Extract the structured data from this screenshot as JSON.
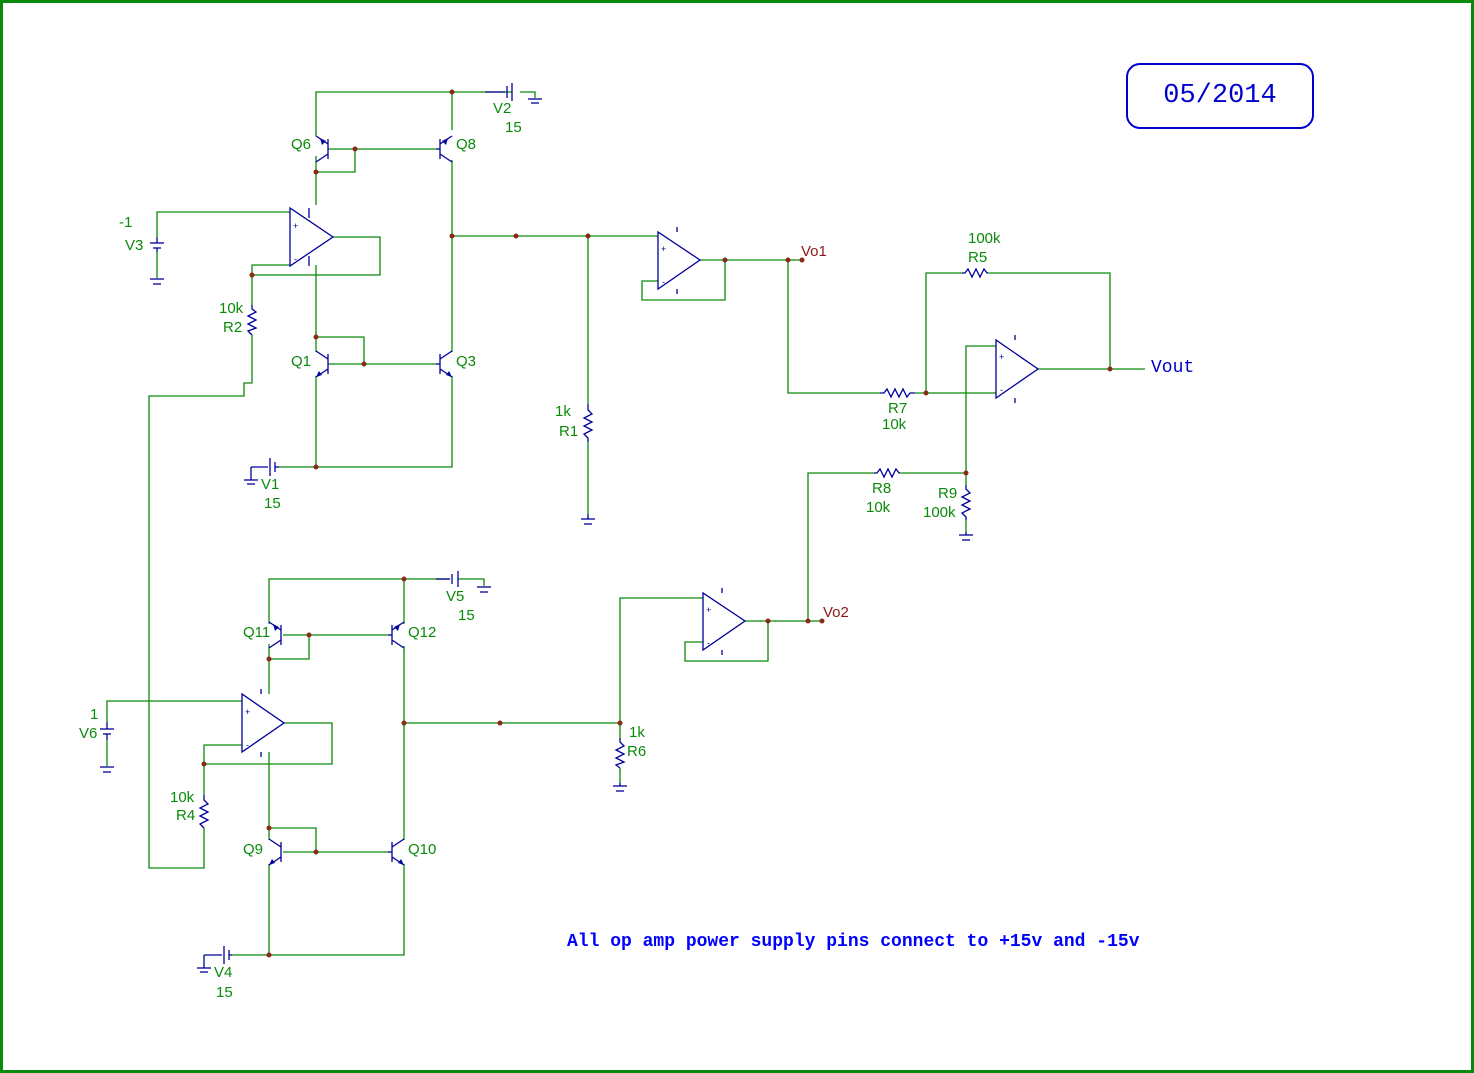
{
  "date": "05/2014",
  "note": "All op amp power supply pins connect to +15v and -15v",
  "components": {
    "v1": {
      "ref": "V1",
      "value": "15"
    },
    "v2": {
      "ref": "V2",
      "value": "15"
    },
    "v3": {
      "ref": "V3",
      "value": "-1"
    },
    "v4": {
      "ref": "V4",
      "value": "15"
    },
    "v5": {
      "ref": "V5",
      "value": "15"
    },
    "v6": {
      "ref": "V6",
      "value": "1"
    },
    "r1": {
      "ref": "R1",
      "value": "1k"
    },
    "r2": {
      "ref": "R2",
      "value": "10k"
    },
    "r4": {
      "ref": "R4",
      "value": "10k"
    },
    "r5": {
      "ref": "R5",
      "value": "100k"
    },
    "r6": {
      "ref": "R6",
      "value": "1k"
    },
    "r7": {
      "ref": "R7",
      "value": "10k"
    },
    "r8": {
      "ref": "R8",
      "value": "10k"
    },
    "r9": {
      "ref": "R9",
      "value": "100k"
    },
    "q1": {
      "ref": "Q1"
    },
    "q3": {
      "ref": "Q3"
    },
    "q6": {
      "ref": "Q6"
    },
    "q8": {
      "ref": "Q8"
    },
    "q9": {
      "ref": "Q9"
    },
    "q10": {
      "ref": "Q10"
    },
    "q11": {
      "ref": "Q11"
    },
    "q12": {
      "ref": "Q12"
    }
  },
  "nets": {
    "vo1": "Vo1",
    "vo2": "Vo2",
    "vout": "Vout"
  },
  "opamp_pins": {
    "plus": "+",
    "minus": "-"
  }
}
